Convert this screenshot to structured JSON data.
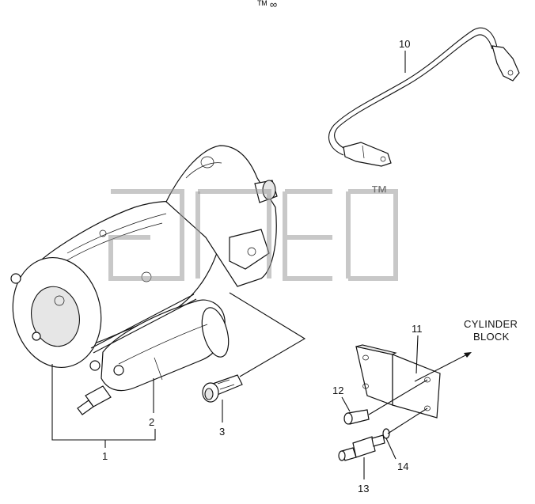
{
  "diagram": {
    "callouts": [
      {
        "id": "1",
        "label": "1"
      },
      {
        "id": "2",
        "label": "2"
      },
      {
        "id": "3",
        "label": "3"
      },
      {
        "id": "10",
        "label": "10"
      },
      {
        "id": "11",
        "label": "11"
      },
      {
        "id": "12",
        "label": "12"
      },
      {
        "id": "13",
        "label": "13"
      },
      {
        "id": "14",
        "label": "14"
      }
    ],
    "annotation_line1": "CYLINDER",
    "annotation_line2": "BLOCK",
    "watermark_symbol": "™",
    "header_mark": "ᵀᴹ ∞"
  },
  "colors": {
    "line": "#111111",
    "watermark": "#9a9a9a"
  }
}
